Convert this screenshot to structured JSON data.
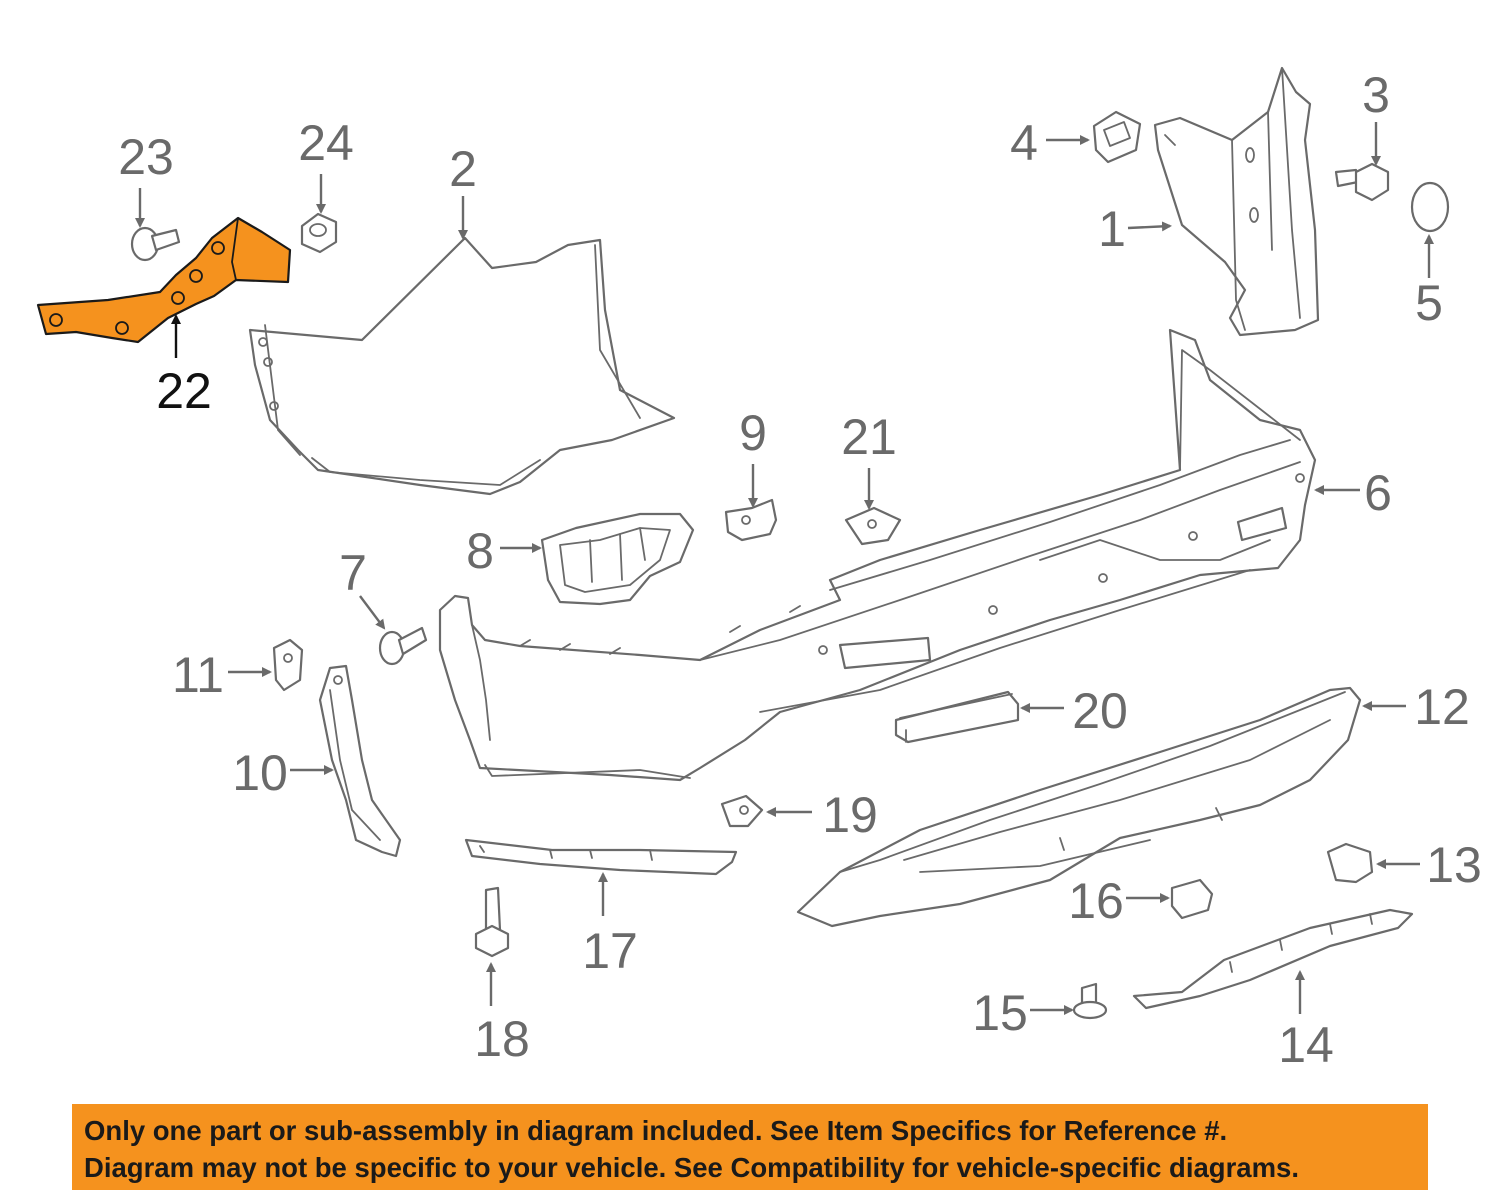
{
  "diagram": {
    "highlight_color": "#f5921e",
    "line_color": "#6a6a6a",
    "highlighted_callout": "22",
    "callouts": {
      "c1": "1",
      "c2": "2",
      "c3": "3",
      "c4": "4",
      "c5": "5",
      "c6": "6",
      "c7": "7",
      "c8": "8",
      "c9": "9",
      "c10": "10",
      "c11": "11",
      "c12": "12",
      "c13": "13",
      "c14": "14",
      "c15": "15",
      "c16": "16",
      "c17": "17",
      "c18": "18",
      "c19": "19",
      "c20": "20",
      "c21": "21",
      "c22": "22",
      "c23": "23",
      "c24": "24"
    }
  },
  "notice": {
    "line1": "Only one part or sub-assembly in diagram included. See Item Specifics for Reference #.",
    "line2": "Diagram may not be specific to your vehicle. See Compatibility for vehicle-specific diagrams.",
    "background": "#f5921e"
  }
}
